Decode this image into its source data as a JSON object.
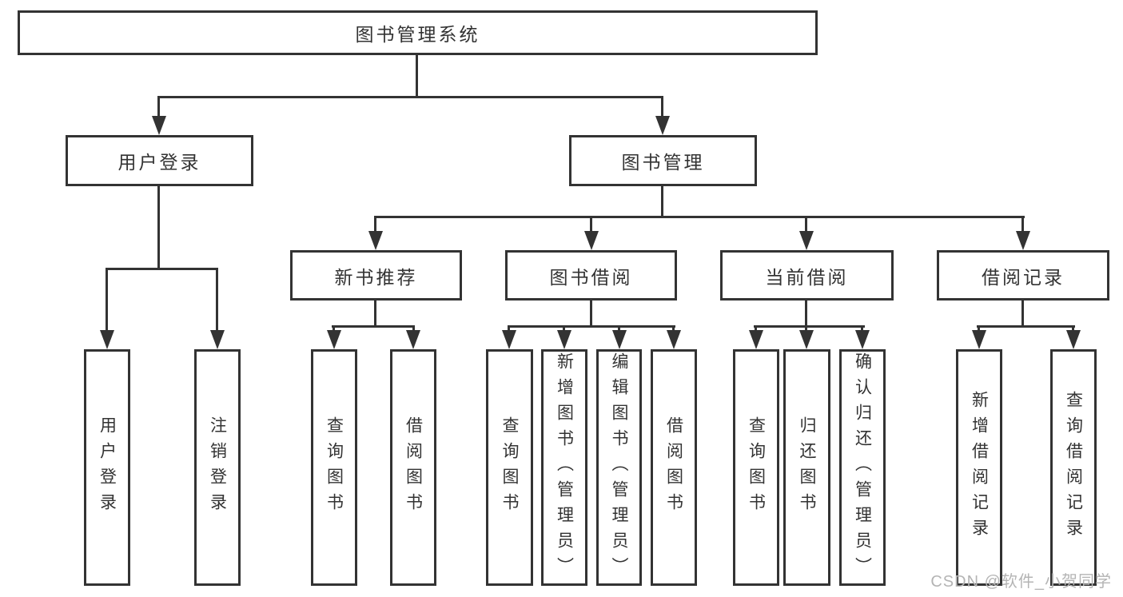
{
  "tree": {
    "label": "图书管理系统",
    "children": [
      {
        "label": "用户登录",
        "children": [
          {
            "label": "用户登录"
          },
          {
            "label": "注销登录"
          }
        ]
      },
      {
        "label": "图书管理",
        "children": [
          {
            "label": "新书推荐",
            "children": [
              {
                "label": "查询图书"
              },
              {
                "label": "借阅图书"
              }
            ]
          },
          {
            "label": "图书借阅",
            "children": [
              {
                "label": "查询图书"
              },
              {
                "label": "新增图书（管理员）"
              },
              {
                "label": "编辑图书（管理员）"
              },
              {
                "label": "借阅图书"
              }
            ]
          },
          {
            "label": "当前借阅",
            "children": [
              {
                "label": "查询图书"
              },
              {
                "label": "归还图书"
              },
              {
                "label": "确认归还（管理员）"
              }
            ]
          },
          {
            "label": "借阅记录",
            "children": [
              {
                "label": "新增借阅记录"
              },
              {
                "label": "查询借阅记录"
              }
            ]
          }
        ]
      }
    ]
  },
  "watermark": {
    "text": "CSDN @软件_小贺同学"
  },
  "colors": {
    "line": "#333333",
    "text": "#333333",
    "box_background": "#ffffff",
    "page_background": "#ffffff",
    "watermark": "#b4b4b4"
  }
}
